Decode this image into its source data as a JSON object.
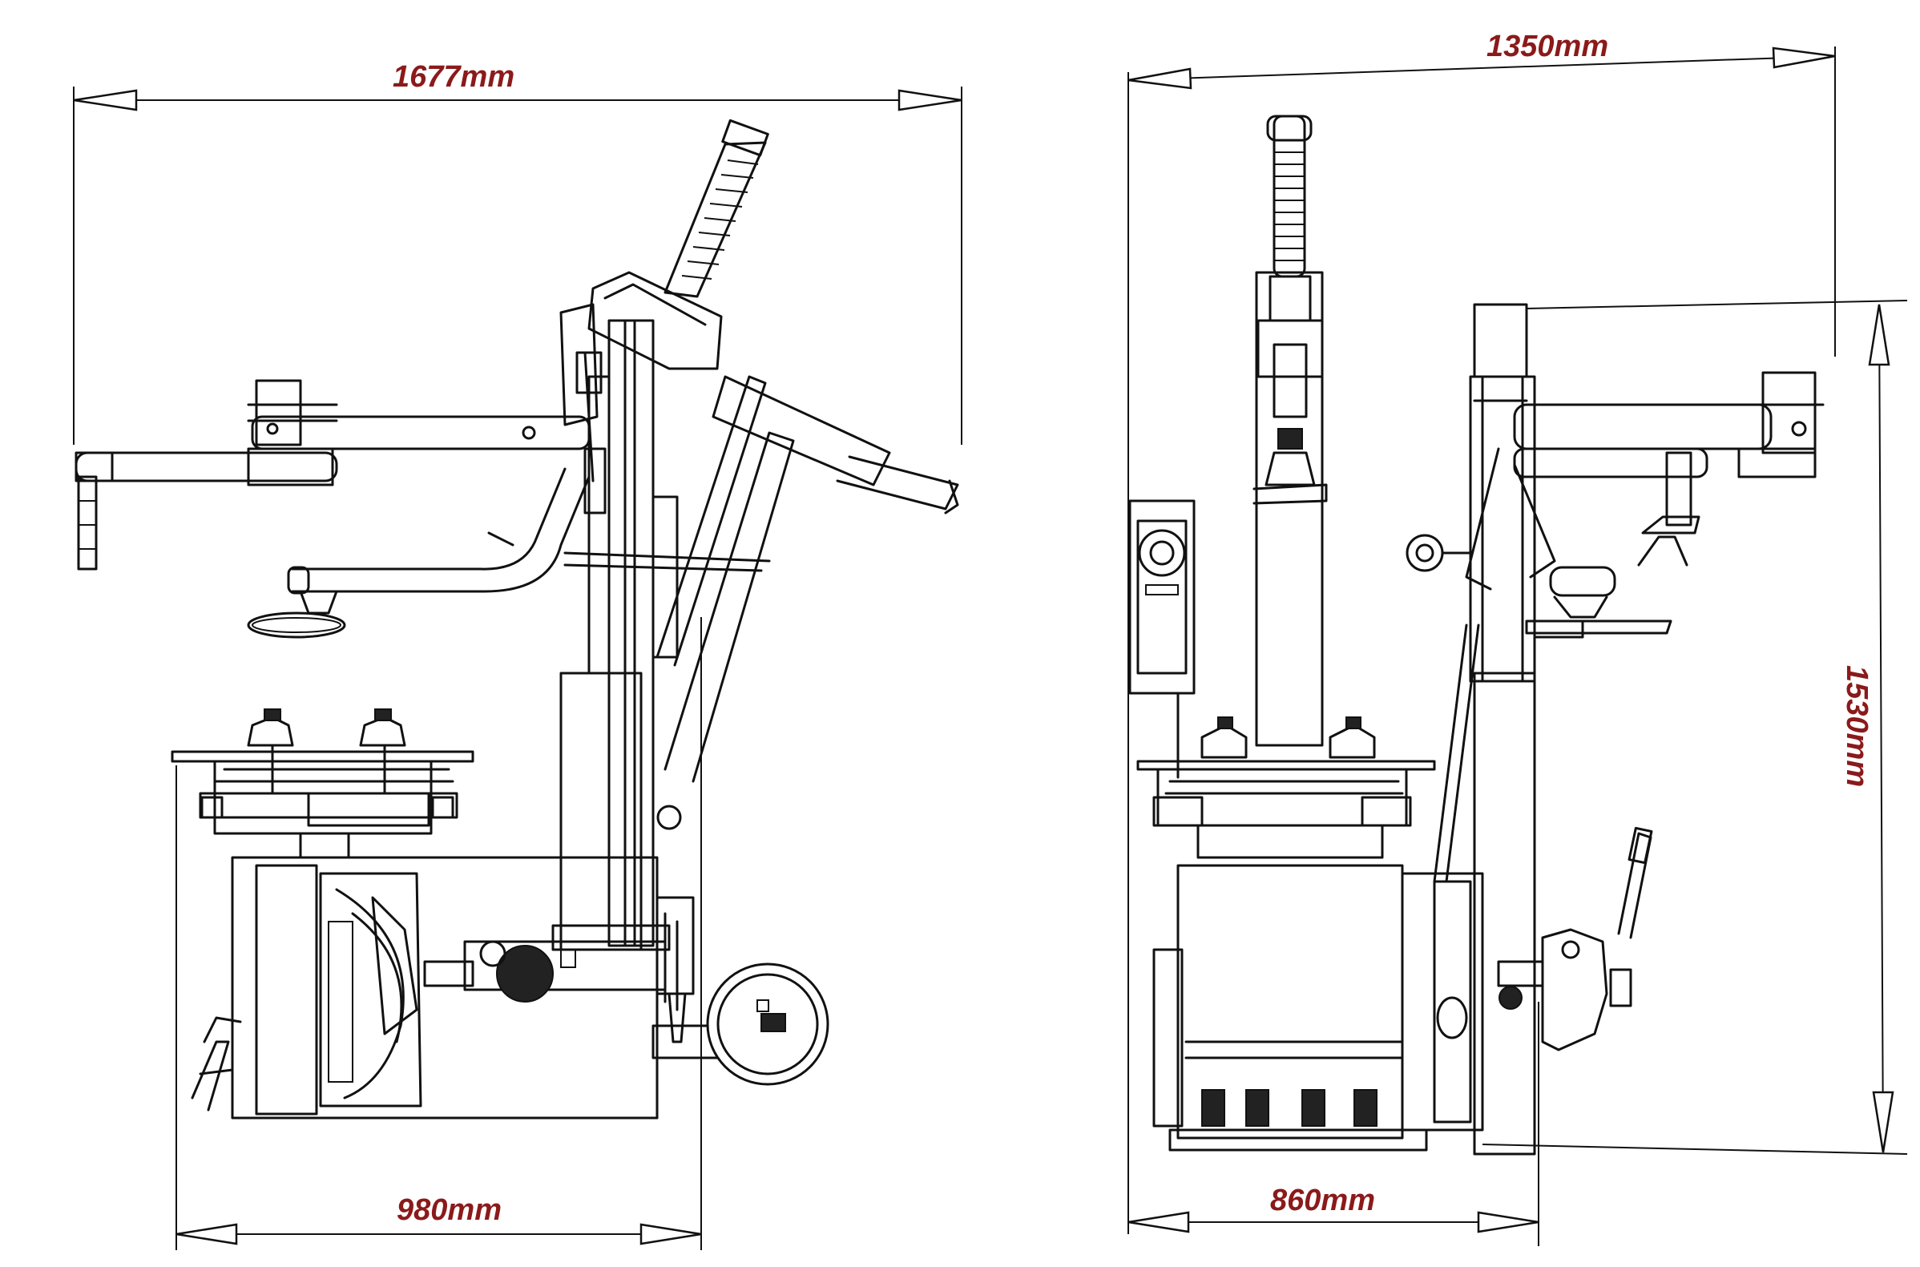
{
  "dimensions": {
    "left_width": "1677mm",
    "left_depth": "980mm",
    "right_width": "1350mm",
    "right_depth": "860mm",
    "right_height": "1530mm"
  },
  "colors": {
    "dimension_text": "#8b1a1a",
    "line": "#111111",
    "background": "#ffffff"
  }
}
